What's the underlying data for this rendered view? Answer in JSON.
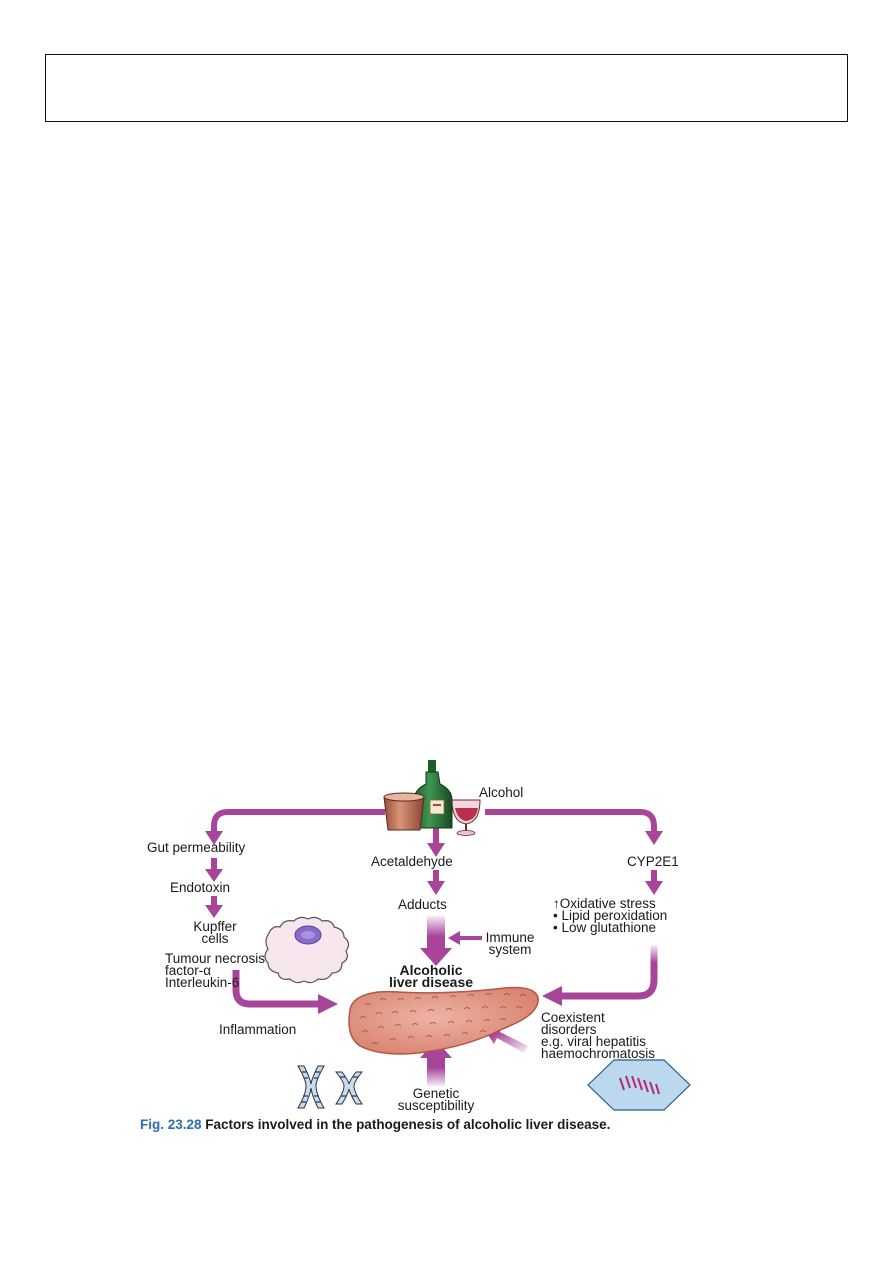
{
  "header": {
    "text": ""
  },
  "diagram": {
    "alcohol": "Alcohol",
    "gut_permeability": "Gut permeability",
    "endotoxin": "Endotoxin",
    "kupffer_1": "Kupffer",
    "kupffer_2": "cells",
    "tnf_1": "Tumour necrosis",
    "tnf_2": "factor-α",
    "il6": "Interleukin-6",
    "inflammation": "Inflammation",
    "acetaldehyde": "Acetaldehyde",
    "adducts": "Adducts",
    "immune_1": "Immune",
    "immune_2": "system",
    "ald_1": "Alcoholic",
    "ald_2": "liver disease",
    "cyp": "CYP2E1",
    "oxidative": "↑Oxidative stress",
    "lipid": "• Lipid peroxidation",
    "glutathione": "• Low glutathione",
    "coexist_1": "Coexistent",
    "coexist_2": "disorders",
    "coexist_3": "e.g. viral hepatitis",
    "coexist_4": "haemochromatosis",
    "genetic_1": "Genetic",
    "genetic_2": "susceptibility"
  },
  "caption": {
    "fig_number": "Fig. 23.28",
    "text": " Factors involved in the pathogenesis of alcoholic liver disease."
  },
  "colors": {
    "arrow": "#a8449a",
    "liver": "#e3a090",
    "liver_outline": "#b2574a"
  }
}
